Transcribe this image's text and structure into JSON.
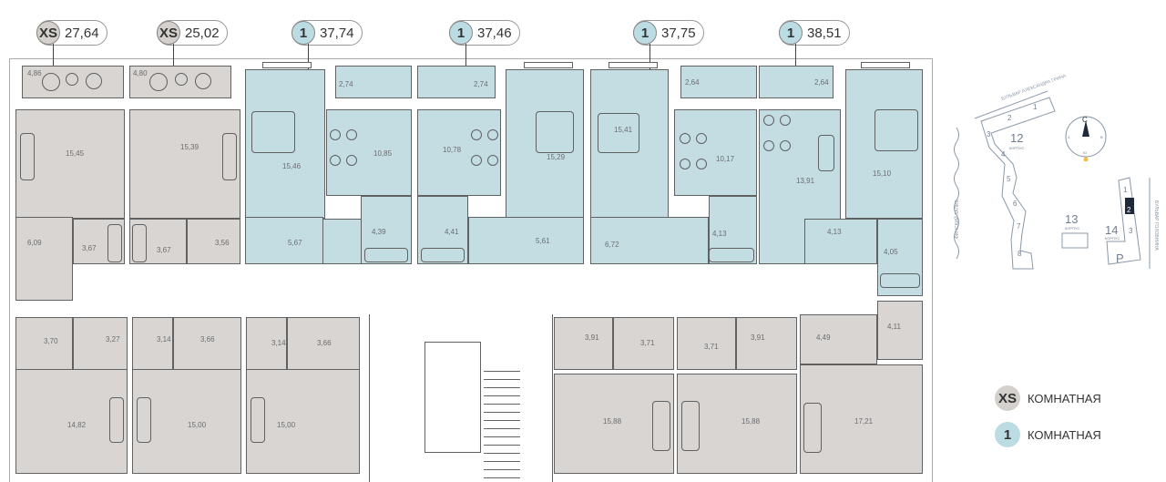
{
  "badges": [
    {
      "type": "XS",
      "area": "27,64"
    },
    {
      "type": "XS",
      "area": "25,02"
    },
    {
      "type": "1",
      "area": "37,74"
    },
    {
      "type": "1",
      "area": "37,46"
    },
    {
      "type": "1",
      "area": "37,75"
    },
    {
      "type": "1",
      "area": "38,51"
    }
  ],
  "colors": {
    "xs": "#d4d0cc",
    "one": "#bcdce3"
  },
  "top_rooms": {
    "a1": [
      "4,86",
      "15,45",
      "6,09",
      "3,67"
    ],
    "a2": [
      "4,80",
      "15,39",
      "3,67",
      "3,56"
    ],
    "a3": [
      "15,46",
      "5,67",
      "2,74",
      "10,85",
      "4,39"
    ],
    "a4": [
      "2,74",
      "10,78",
      "4,41",
      "15,29",
      "5,61"
    ],
    "a5": [
      "15,41",
      "6,72",
      "2,64",
      "10,17",
      "4,13"
    ],
    "a6": [
      "2,64",
      "13,91",
      "4,13",
      "15,10",
      "4,05"
    ]
  },
  "bottom_rooms": {
    "b1": [
      "3,70",
      "3,27",
      "14,82"
    ],
    "b2": [
      "3,14",
      "3,66",
      "15,00"
    ],
    "b3": [
      "3,14",
      "3,66",
      "15,00"
    ],
    "b4": [
      "3,91",
      "3,71",
      "15,88"
    ],
    "b5": [
      "3,71",
      "3,91",
      "15,88"
    ],
    "b6": [
      "4,49",
      "4,11",
      "17,21"
    ]
  },
  "legend": [
    {
      "type": "XS",
      "label": "КОМНАТНАЯ"
    },
    {
      "type": "1",
      "label": "КОМНАТНАЯ"
    }
  ],
  "site_plan": {
    "street_top": "БУЛЬВАР АЛЕКСАНДРА ГРИНА",
    "gulf": "ФИНСКИЙ ЗАЛИВ",
    "street_right": "БУЛЬВАР ГОЛОВНИНА",
    "building_12": "12",
    "building_13": "13",
    "building_14": "14",
    "corpus": "КОРПУС",
    "sections_12": [
      "1",
      "2",
      "3",
      "4",
      "5",
      "6",
      "7",
      "8"
    ],
    "sections_14": [
      "1",
      "2",
      "3"
    ],
    "parking": "P",
    "compass": {
      "n": "С",
      "w": "З",
      "e": "В",
      "s": "Ю"
    }
  }
}
